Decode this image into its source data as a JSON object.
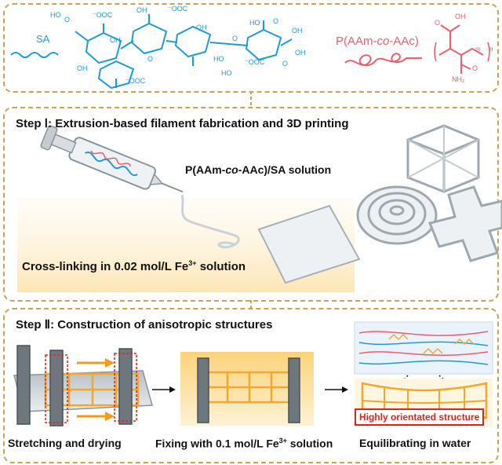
{
  "top": {
    "sa_label": "SA",
    "coo1": "⁻OOC",
    "coo2": "⁻OOC",
    "coo3": "⁻OOC",
    "coo4": "⁻OOC",
    "ho": "HO",
    "oh1": "OH",
    "oh2": "OH",
    "oh3": "OH",
    "oh4": "OH",
    "oh5": "OH",
    "oh6": "OH",
    "ho2": "HO",
    "ho3": "HO",
    "ho4": "HO",
    "o1": "O",
    "o2": "O",
    "o3": "O",
    "o4": "O",
    "o5": "O",
    "poly_prefix": "P(AAm-",
    "poly_co": "co",
    "poly_suffix": "-AAc)",
    "mono_oh": "OH",
    "mono_o1": "O",
    "mono_o2": "O",
    "mono_nh2": "NH₂",
    "mono_m": "m",
    "mono_n": "n"
  },
  "step1": {
    "title_prefix": "Step Ⅰ",
    "title_text": ": Extrusion-based filament fabrication and 3D printing",
    "solution_prefix": "P(AAm-",
    "solution_co": "co",
    "solution_suffix": "-AAc)/SA solution",
    "crosslink_text": "Cross-linking in 0.02  mol/L Fe",
    "crosslink_sup": "3+",
    "crosslink_end": " solution"
  },
  "step2": {
    "title_prefix": "Step Ⅱ",
    "title_text": ": Construction of anisotropic structures",
    "stage1": "Stretching and drying",
    "stage2_text": "Fixing with 0.1 mol/L  Fe",
    "stage2_sup": "3+",
    "stage2_end": " solution",
    "stage3": "Equilibrating in water",
    "highlight": "Highly orientated structure"
  },
  "colors": {
    "sa_blue": "#1e9bd7",
    "poly_pink": "#e8606e",
    "border_gold": "#c9a25a",
    "grid_orange": "#f2a72e",
    "highlight_red": "#d9261c"
  }
}
